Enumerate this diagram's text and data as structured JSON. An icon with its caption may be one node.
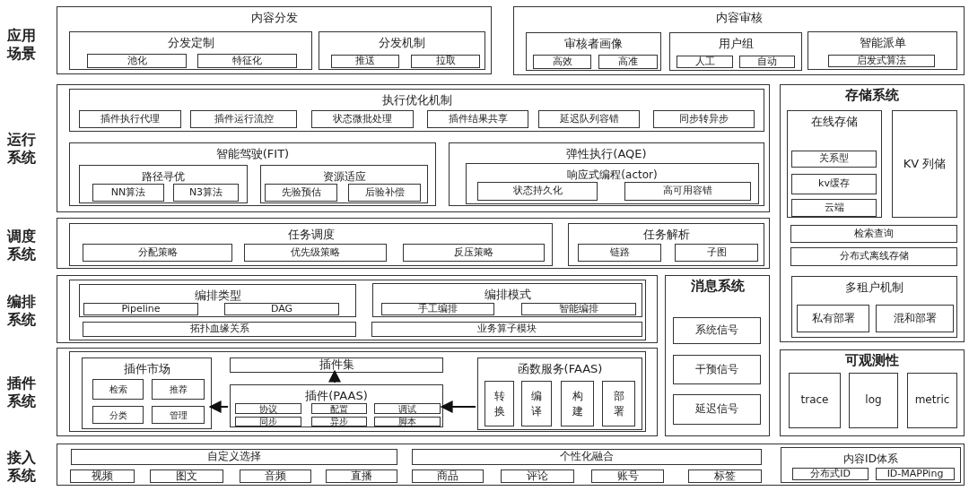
{
  "diagram": {
    "nodes": [
      {
        "text": [
          "内容分发"
        ]
      },
      {
        "text": [
          "分发定制"
        ],
        "in": 0
      },
      {
        "text": [
          "池化"
        ],
        "in": 1
      },
      {
        "text": [
          "特征化"
        ],
        "in": 1
      },
      {
        "text": [
          "分发机制"
        ],
        "in": 0
      },
      {
        "text": [
          "推送"
        ],
        "in": 4
      },
      {
        "text": [
          "拉取"
        ],
        "in": 4
      },
      {
        "text": [
          "内容审核"
        ]
      },
      {
        "text": [
          "审核者画像"
        ],
        "in": 7
      },
      {
        "text": [
          "高效"
        ],
        "in": 8
      },
      {
        "text": [
          "高准"
        ],
        "in": 8
      },
      {
        "text": [
          "用户组"
        ],
        "in": 7
      },
      {
        "text": [
          "人工"
        ],
        "in": 11
      },
      {
        "text": [
          "自动"
        ],
        "in": 11
      },
      {
        "text": [
          "智能派单"
        ],
        "in": 7
      },
      {
        "text": [
          "启发式算法"
        ],
        "in": 14
      },
      {
        "text": [],
        "shape": "box"
      },
      {
        "text": [
          "执行优化机制"
        ],
        "in": 16
      },
      {
        "text": [
          "插件执行代理"
        ],
        "in": 17
      },
      {
        "text": [
          "插件运行流控"
        ],
        "in": 17
      },
      {
        "text": [
          "状态微批处理"
        ],
        "in": 17
      },
      {
        "text": [
          "插件结果共享"
        ],
        "in": 17
      },
      {
        "text": [
          "延迟队列容错"
        ],
        "in": 17
      },
      {
        "text": [
          "同步转异步"
        ],
        "in": 17
      },
      {
        "text": [
          "智能驾驶(FIT)"
        ],
        "in": 16
      },
      {
        "text": [
          "路径寻优"
        ],
        "in": 24
      },
      {
        "text": [
          "NN算法"
        ],
        "in": 25
      },
      {
        "text": [
          "N3算法"
        ],
        "in": 25
      },
      {
        "text": [
          "资源适应"
        ],
        "in": 24
      },
      {
        "text": [
          "先验预估"
        ],
        "in": 28
      },
      {
        "text": [
          "后验补偿"
        ],
        "in": 28
      },
      {
        "text": [
          "弹性执行(AQE)"
        ],
        "in": 16
      },
      {
        "text": [
          "响应式编程(actor)"
        ],
        "in": 31
      },
      {
        "text": [
          "状态持久化"
        ],
        "in": 32
      },
      {
        "text": [
          "高可用容错"
        ],
        "in": 32
      },
      {
        "text": [
          "存储系统"
        ]
      },
      {
        "text": [
          "在线存储"
        ],
        "in": 35
      },
      {
        "text": [
          "关系型"
        ],
        "in": 36
      },
      {
        "text": [
          "kv缓存"
        ],
        "in": 36
      },
      {
        "text": [
          "云端"
        ],
        "in": 36
      },
      {
        "text": [
          "KV 列储"
        ],
        "in": 35
      },
      {
        "text": [
          "检索查询"
        ],
        "in": 35
      },
      {
        "text": [
          "分布式离线存储"
        ],
        "in": 35
      },
      {
        "text": [
          "多租户机制"
        ],
        "in": 35
      },
      {
        "text": [
          "私有部署"
        ],
        "in": 43
      },
      {
        "text": [
          "混和部署"
        ],
        "in": 43
      },
      {
        "text": [],
        "shape": "box"
      },
      {
        "text": [
          "任务调度"
        ],
        "in": 46
      },
      {
        "text": [
          "分配策略"
        ],
        "in": 47
      },
      {
        "text": [
          "优先级策略"
        ],
        "in": 47
      },
      {
        "text": [
          "反压策略"
        ],
        "in": 47
      },
      {
        "text": [
          "任务解析"
        ],
        "in": 46
      },
      {
        "text": [
          "链路"
        ],
        "in": 51
      },
      {
        "text": [
          "子图"
        ],
        "in": 51
      },
      {
        "text": [],
        "shape": "box"
      },
      {
        "text": [],
        "shape": "box",
        "in": 54
      },
      {
        "text": [
          "编排类型"
        ],
        "in": 55
      },
      {
        "text": [
          "Pipeline"
        ],
        "in": 56
      },
      {
        "text": [
          "DAG"
        ],
        "in": 56
      },
      {
        "text": [
          "编排模式"
        ],
        "in": 55
      },
      {
        "text": [
          "手工编排"
        ],
        "in": 59
      },
      {
        "text": [
          "智能编排"
        ],
        "in": 59
      },
      {
        "text": [
          "拓扑血缘关系"
        ],
        "in": 55
      },
      {
        "text": [
          "业务算子模块"
        ],
        "in": 55
      },
      {
        "text": [
          "消息系统"
        ]
      },
      {
        "text": [
          "系统信号"
        ],
        "in": 64
      },
      {
        "text": [
          "干预信号"
        ],
        "in": 64
      },
      {
        "text": [
          "延迟信号"
        ],
        "in": 64
      },
      {
        "text": [],
        "shape": "box"
      },
      {
        "text": [],
        "shape": "box",
        "in": 68
      },
      {
        "text": [
          "插件市场"
        ],
        "in": 69
      },
      {
        "text": [
          "检索"
        ],
        "in": 70
      },
      {
        "text": [
          "推荐"
        ],
        "in": 70
      },
      {
        "text": [
          "分类"
        ],
        "in": 70
      },
      {
        "text": [
          "管理"
        ],
        "in": 70
      },
      {
        "text": [
          "插件集"
        ],
        "in": 69
      },
      {
        "text": [
          "插件(PAAS)"
        ],
        "in": 69
      },
      {
        "text": [
          "协议"
        ],
        "in": 76
      },
      {
        "text": [
          "配置"
        ],
        "in": 76
      },
      {
        "text": [
          "调试"
        ],
        "in": 76
      },
      {
        "text": [
          "同步"
        ],
        "in": 76
      },
      {
        "text": [
          "异步"
        ],
        "in": 76
      },
      {
        "text": [
          "脚本"
        ],
        "in": 76
      },
      {
        "text": [
          "函数服务(FAAS)"
        ],
        "in": 69
      },
      {
        "text": [
          "转换"
        ],
        "in": 83
      },
      {
        "text": [
          "编译"
        ],
        "in": 83
      },
      {
        "text": [
          "构建"
        ],
        "in": 83
      },
      {
        "text": [
          "部署"
        ],
        "in": 83
      },
      {
        "text": [
          "可观测性"
        ]
      },
      {
        "text": [
          "trace"
        ],
        "in": 88
      },
      {
        "text": [
          "log"
        ],
        "in": 88
      },
      {
        "text": [
          "metric"
        ],
        "in": 88
      },
      {
        "text": [],
        "shape": "box"
      },
      {
        "text": [
          "自定义选择"
        ],
        "in": 92
      },
      {
        "text": [
          "视频"
        ],
        "in": 92
      },
      {
        "text": [
          "图文"
        ],
        "in": 92
      },
      {
        "text": [
          "音频"
        ],
        "in": 92
      },
      {
        "text": [
          "直播"
        ],
        "in": 92
      },
      {
        "text": [
          "个性化融合"
        ],
        "in": 92
      },
      {
        "text": [
          "商品"
        ],
        "in": 92
      },
      {
        "text": [
          "评论"
        ],
        "in": 92
      },
      {
        "text": [
          "账号"
        ],
        "in": 92
      },
      {
        "text": [
          "标签"
        ],
        "in": 92
      },
      {
        "text": [
          "内容ID体系"
        ],
        "in": 92
      },
      {
        "text": [
          "分布式ID"
        ],
        "in": 103
      },
      {
        "text": [
          "ID-MAPPing"
        ],
        "in": 103
      }
    ],
    "edges": [
      {
        "from": 76,
        "to": 75,
        "arrow": "to"
      },
      {
        "from": 76,
        "to": 70,
        "arrow": "to"
      },
      {
        "from": 83,
        "to": 76,
        "arrow": "to"
      }
    ],
    "labels": [
      "应用场景",
      "运行系统",
      "调度系统",
      "编排系统",
      "插件系统",
      "接入系统"
    ]
  }
}
